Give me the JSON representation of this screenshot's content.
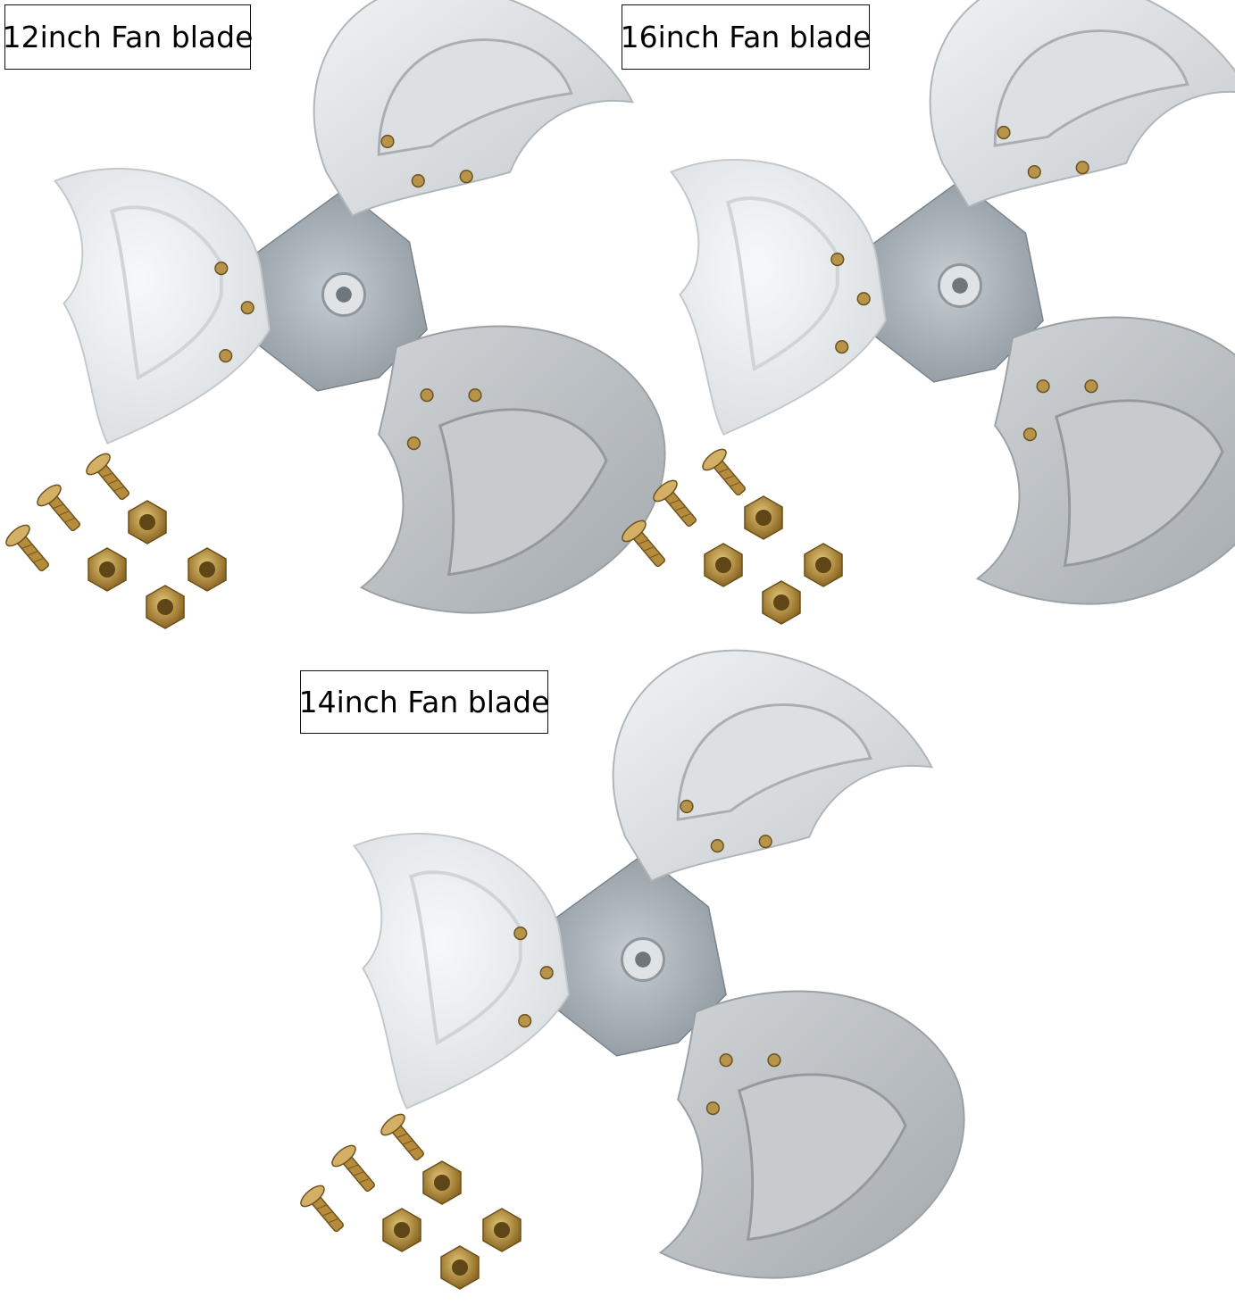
{
  "labels": {
    "fan_12": "12inch Fan blade",
    "fan_16": "16inch Fan blade",
    "fan_14": "14inch Fan blade"
  },
  "colors": {
    "blade_white": "#eceff1",
    "blade_silver": "#c9cdd0",
    "hub_steel": "#a9b3bb",
    "hardware_brass": "#b48a3e"
  }
}
